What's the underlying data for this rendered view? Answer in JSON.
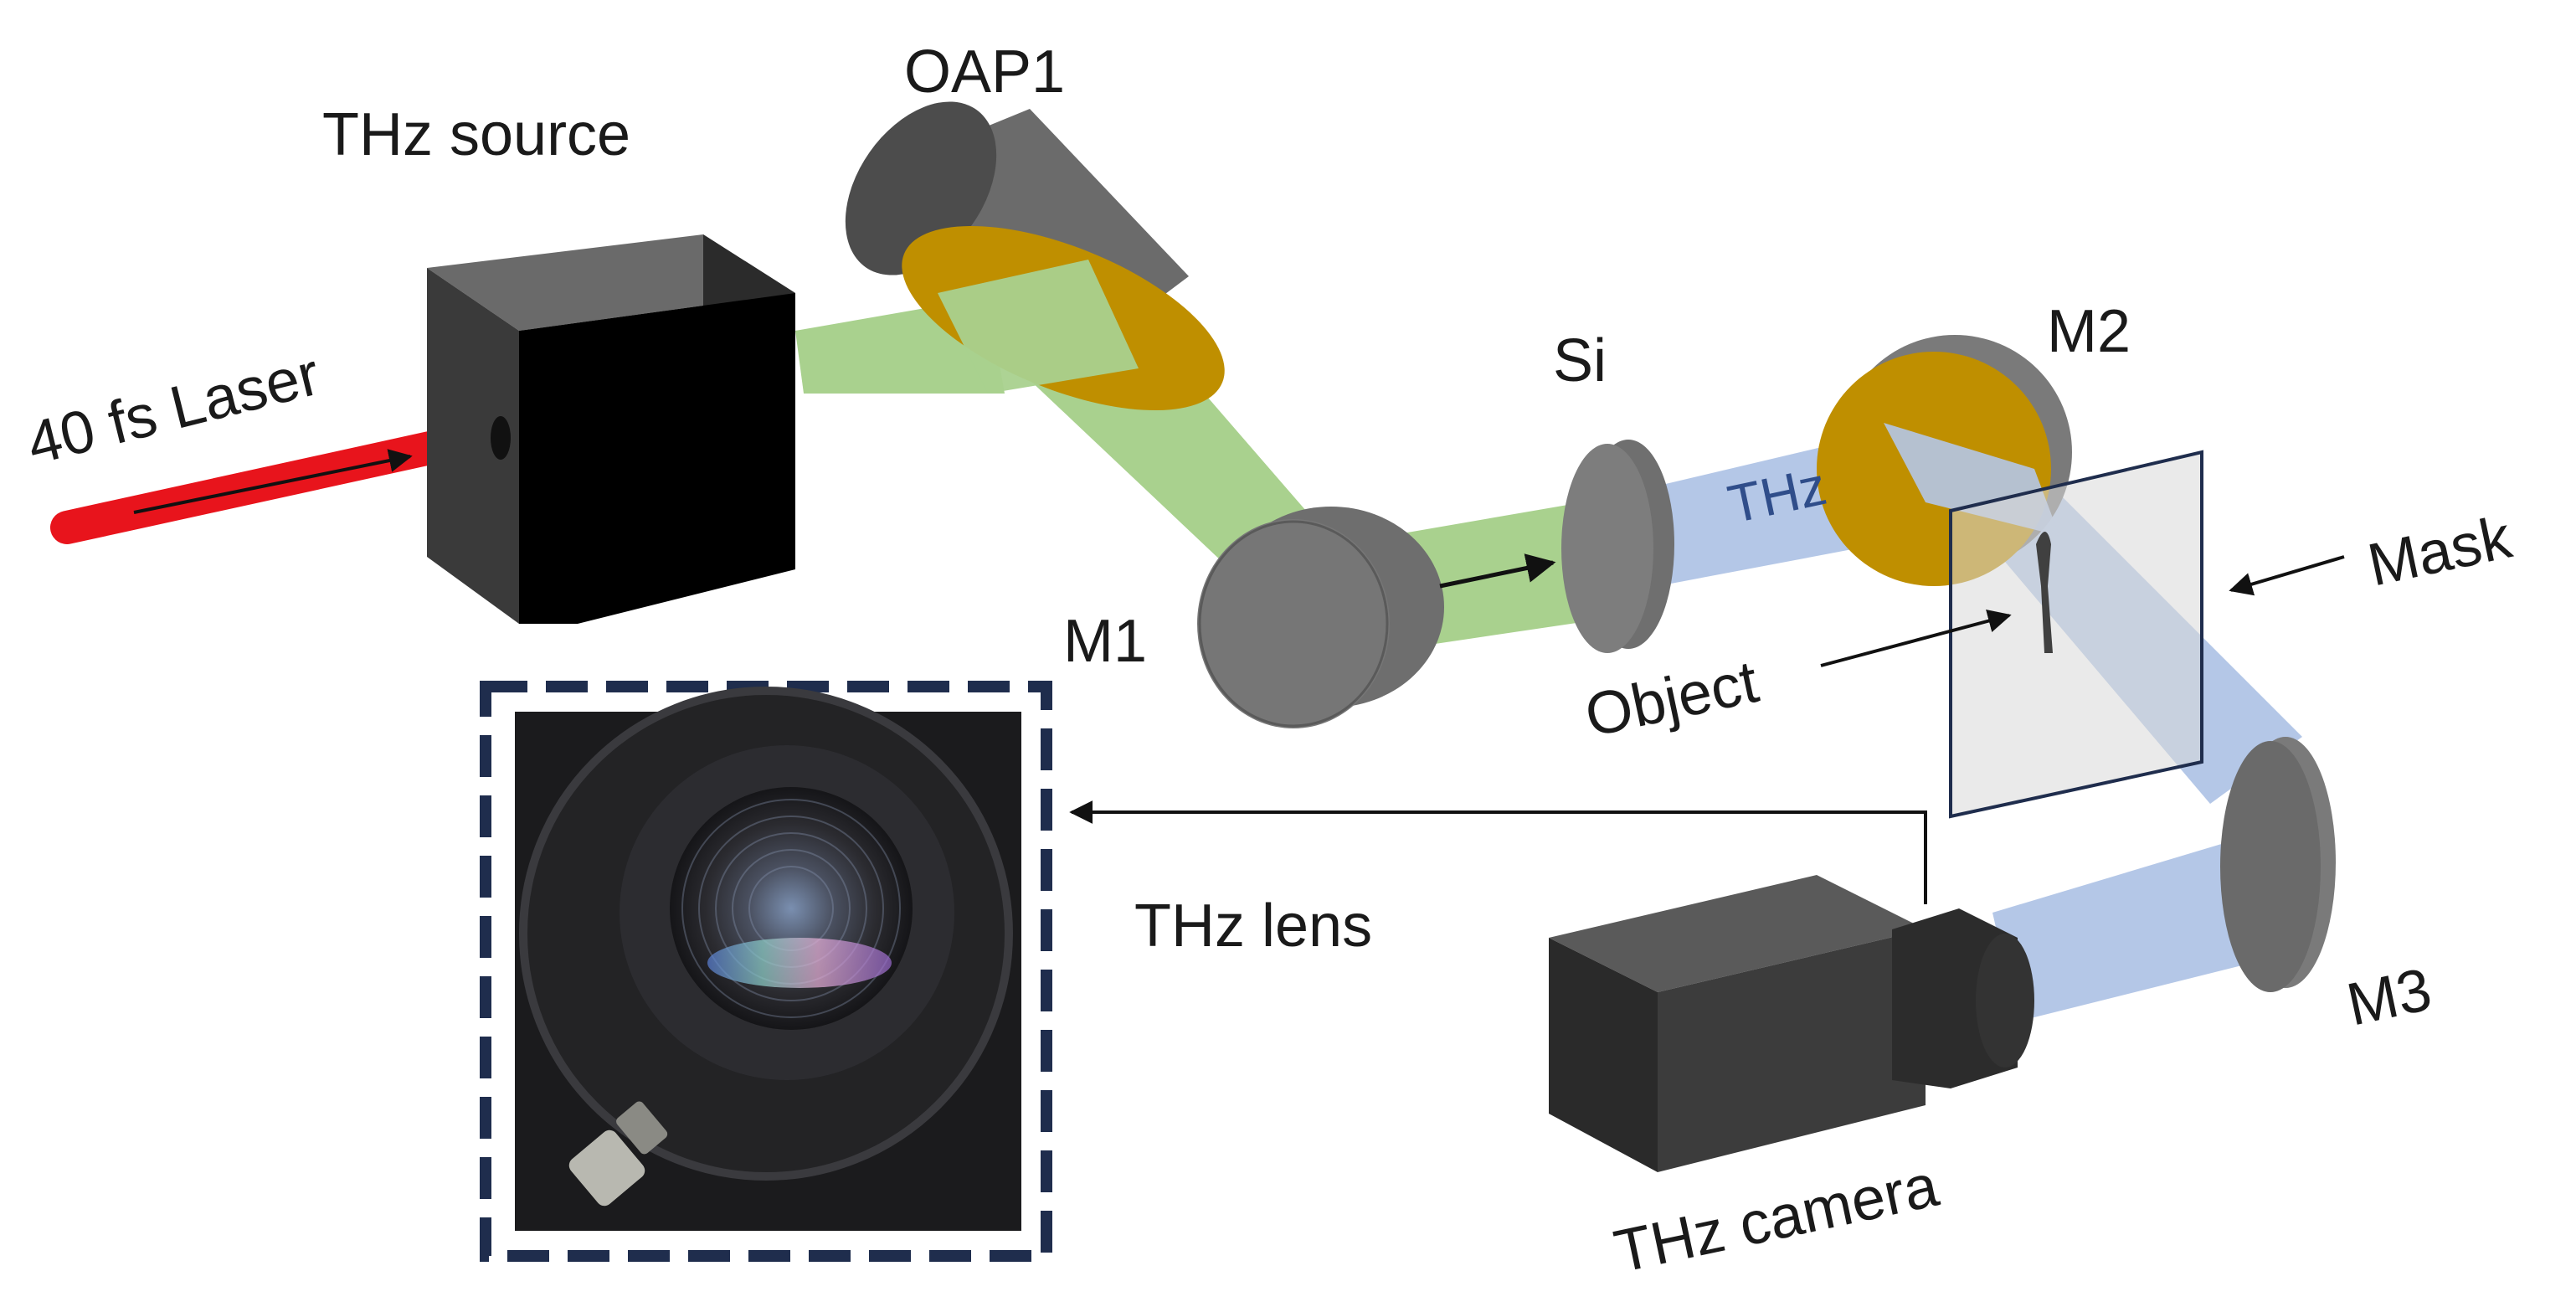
{
  "labels": {
    "thz_source": "THz source",
    "laser": "40 fs Laser",
    "oap1": "OAP1",
    "m1": "M1",
    "si": "Si",
    "thz_beam": "THz",
    "m2": "M2",
    "mask": "Mask",
    "object": "Object",
    "m3": "M3",
    "thz_camera": "THz camera",
    "thz_lens": "THz lens"
  },
  "colors": {
    "laser": "#e8141c",
    "green_beam": "#a9d18e",
    "thz_beam": "#b4c7e7",
    "gold": "#bf8f00",
    "mirror_gray": "#6e6e6e",
    "source_box": "#000000",
    "camera": "#3c3c3c",
    "mask_fill": "#d9d9d9",
    "mask_border": "#1f2d4d",
    "inset_border": "#1f2d4d",
    "thz_text": "#2f4d8a"
  },
  "icons": {
    "inset_photo": "thz-lens-photo"
  }
}
